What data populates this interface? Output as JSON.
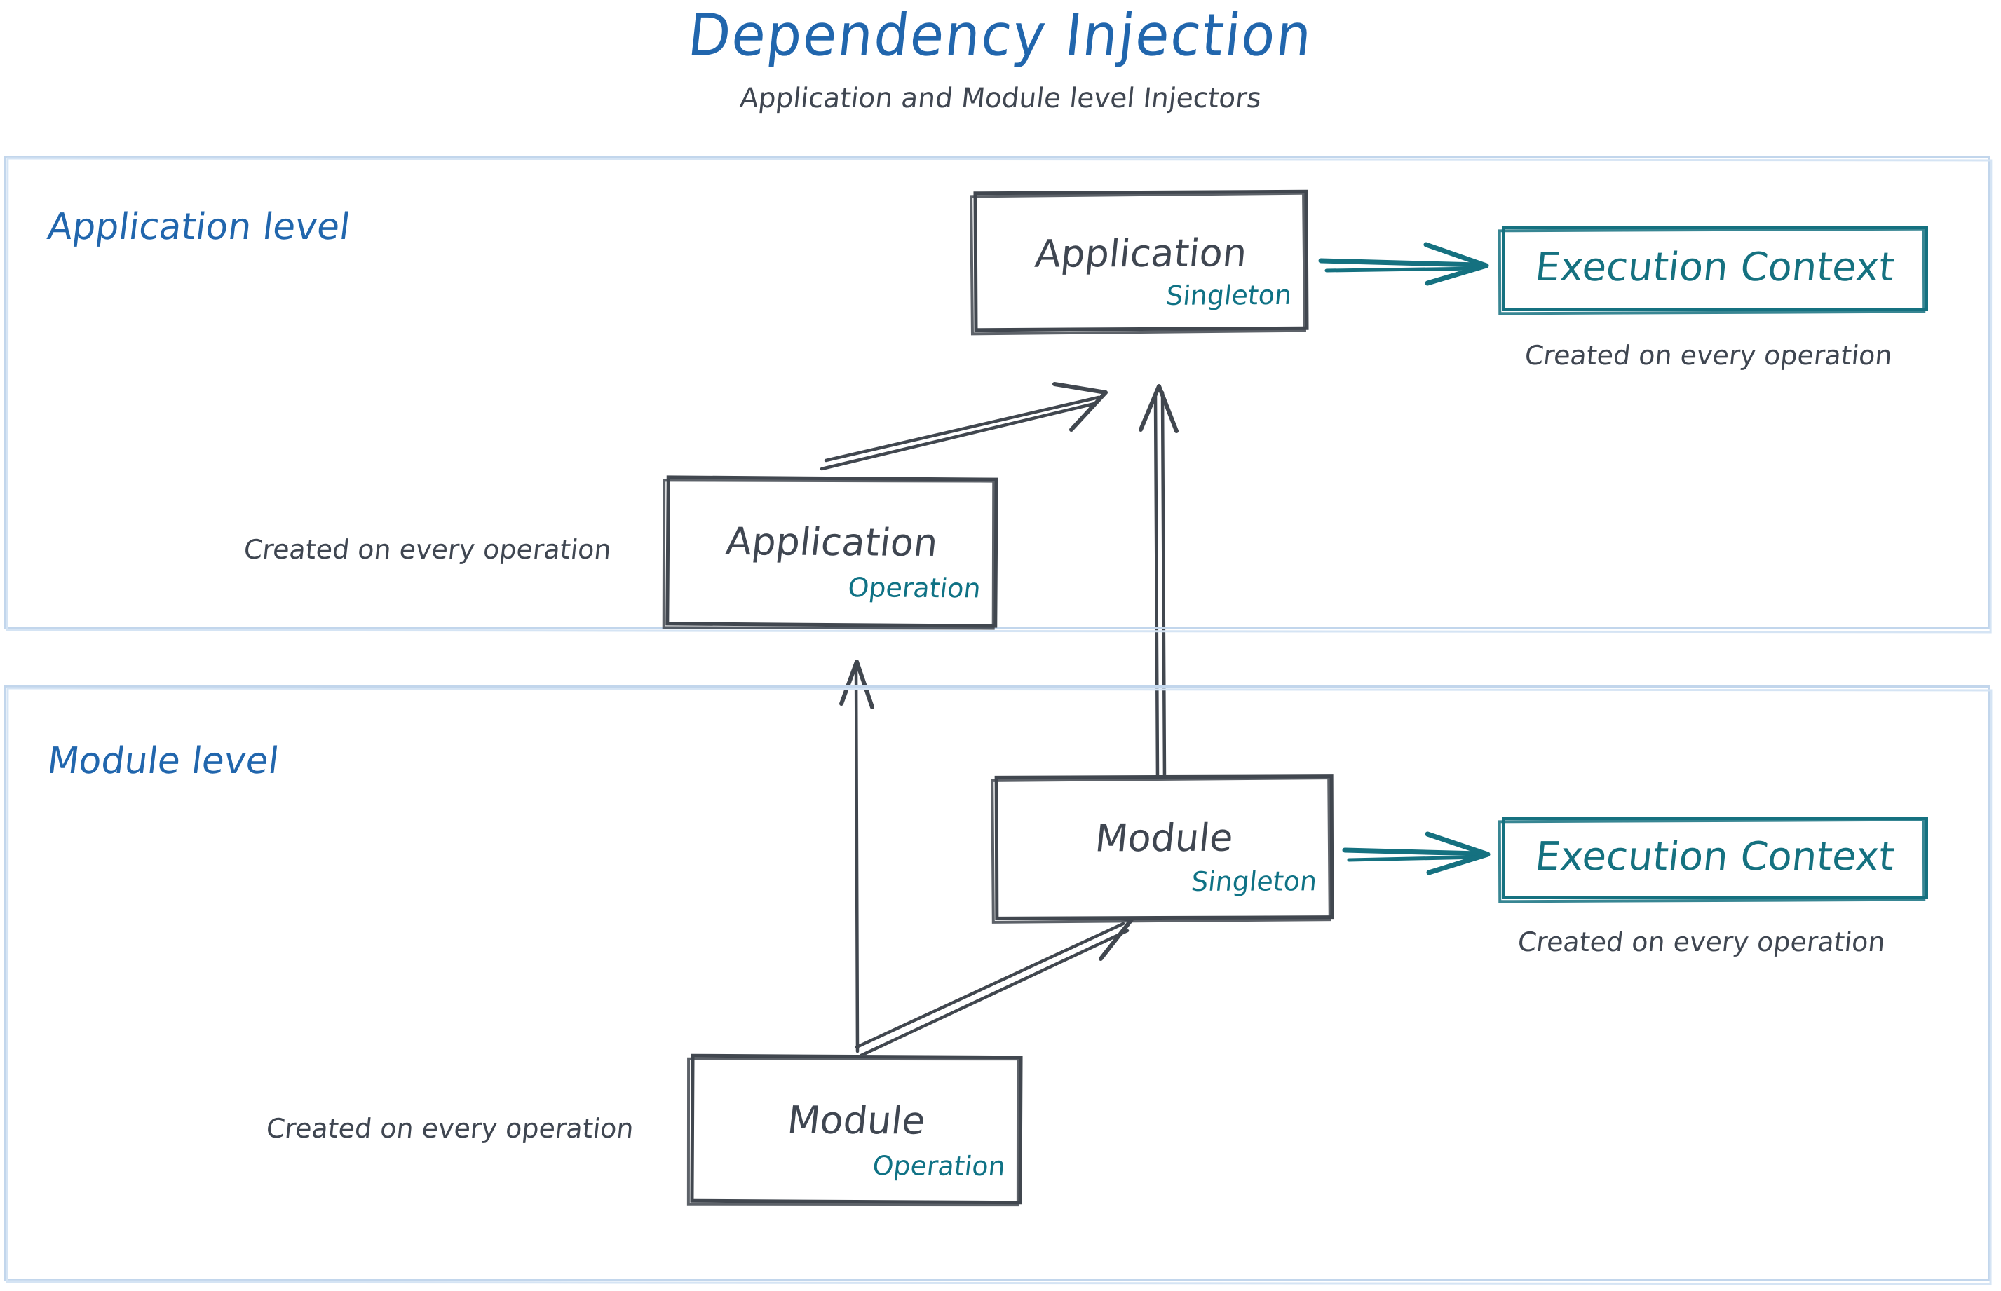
{
  "header": {
    "title": "Dependency Injection",
    "subtitle": "Application and Module level Injectors"
  },
  "colors": {
    "title_blue": "#2166ad",
    "panel_border_blue": "#c2d6ec",
    "node_stroke_dark": "#41474f",
    "accent_teal": "#157180",
    "text_dark": "#3f4651"
  },
  "panels": [
    {
      "id": "application",
      "label": "Application level"
    },
    {
      "id": "module",
      "label": "Module level"
    }
  ],
  "nodes": {
    "app_singleton": {
      "title": "Application",
      "scope": "Singleton"
    },
    "app_operation": {
      "title": "Application",
      "scope": "Operation"
    },
    "exec_app": {
      "title": "Execution Context",
      "scope": ""
    },
    "mod_singleton": {
      "title": "Module",
      "scope": "Singleton"
    },
    "mod_operation": {
      "title": "Module",
      "scope": "Operation"
    },
    "exec_mod": {
      "title": "Execution Context",
      "scope": ""
    }
  },
  "captions": {
    "exec_app": "Created on every operation",
    "app_op": "Created on every operation",
    "exec_mod": "Created on every operation",
    "mod_op": "Created on every operation"
  },
  "connectors": [
    {
      "name": "app-singleton-to-exec-context",
      "from": "app_singleton",
      "to": "exec_app",
      "style": "teal-arrow"
    },
    {
      "name": "app-operation-to-app-singleton",
      "from": "app_operation",
      "to": "app_singleton",
      "style": "dark-arrow-diagonal"
    },
    {
      "name": "mod-singleton-to-app-singleton",
      "from": "mod_singleton",
      "to": "app_singleton",
      "style": "dark-arrow-vertical-long"
    },
    {
      "name": "mod-singleton-to-exec-context",
      "from": "mod_singleton",
      "to": "exec_mod",
      "style": "teal-arrow"
    },
    {
      "name": "mod-operation-to-mod-singleton",
      "from": "mod_operation",
      "to": "mod_singleton",
      "style": "dark-arrow-diagonal"
    },
    {
      "name": "mod-operation-to-app-operation",
      "from": "mod_operation",
      "to": "app_operation",
      "style": "dark-arrow-vertical-long"
    }
  ]
}
